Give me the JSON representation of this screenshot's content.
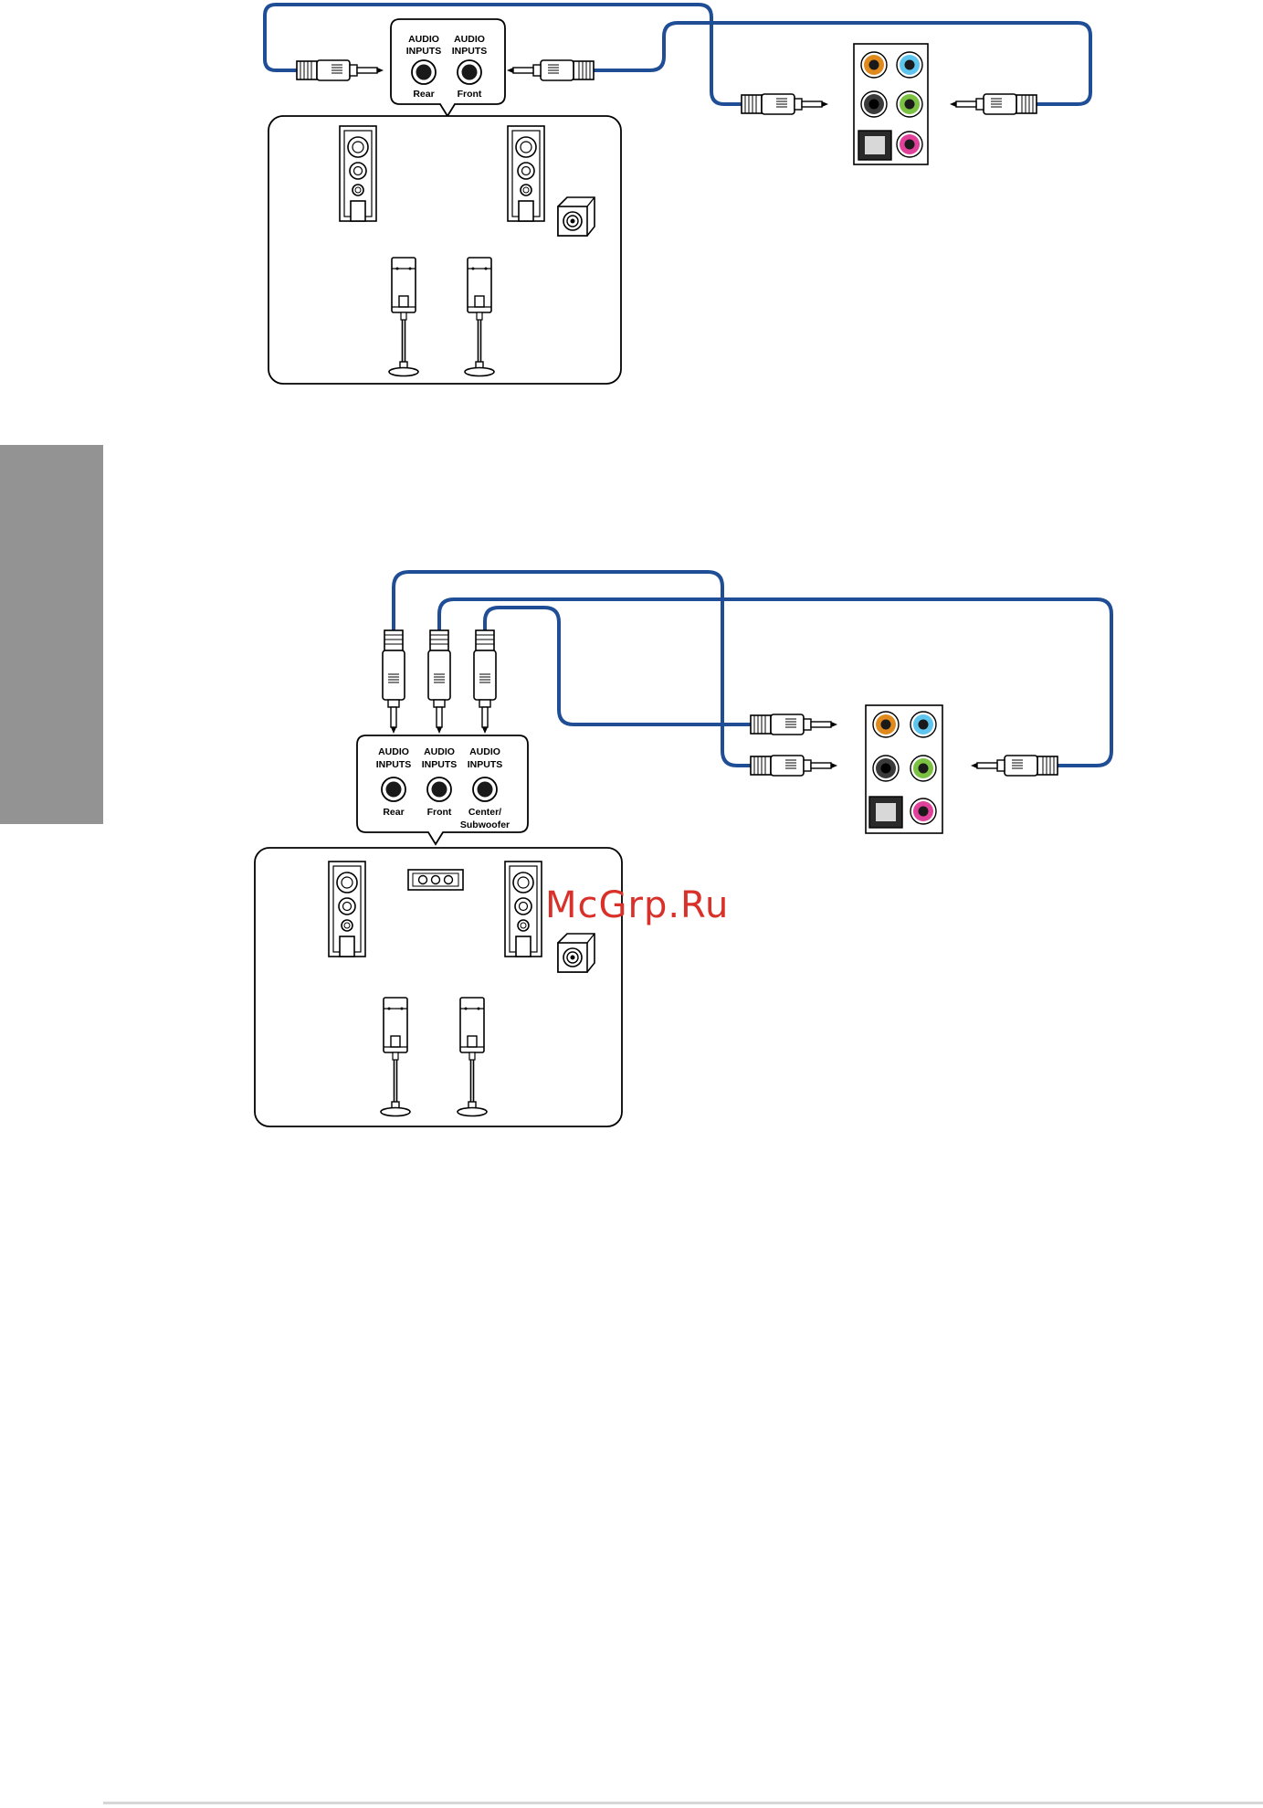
{
  "top_diagram": {
    "jacks": [
      {
        "line1": "AUDIO",
        "line2": "INPUTS",
        "caption": "Rear"
      },
      {
        "line1": "AUDIO",
        "line2": "INPUTS",
        "caption": "Front"
      }
    ]
  },
  "bottom_diagram": {
    "jacks": [
      {
        "line1": "AUDIO",
        "line2": "INPUTS",
        "caption": "Rear"
      },
      {
        "line1": "AUDIO",
        "line2": "INPUTS",
        "caption": "Front"
      },
      {
        "line1": "AUDIO",
        "line2": "INPUTS",
        "caption": "Center/",
        "caption2": "Subwoofer"
      }
    ]
  },
  "watermark": "McGrp.Ru",
  "colors": {
    "cable": "#1f4e96",
    "port_orange": "#e08a1e",
    "port_blue": "#5ec6ee",
    "port_black": "#1a1a1a",
    "port_green": "#7cc242",
    "port_pink": "#e0419b",
    "watermark": "#d9302a",
    "side_tab": "#939393"
  }
}
